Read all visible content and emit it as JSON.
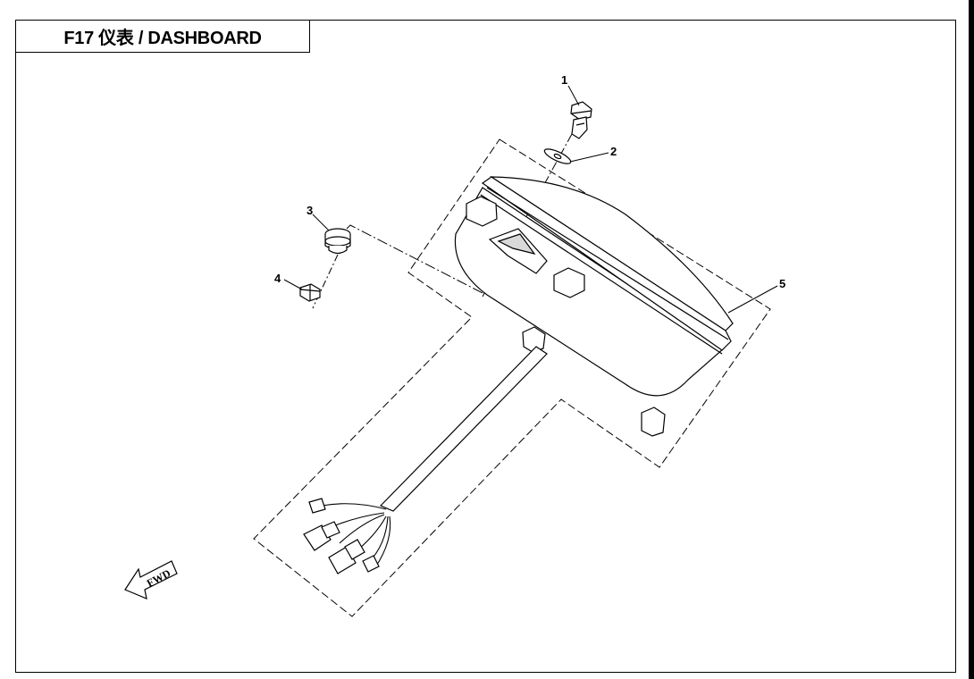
{
  "title": "F17 仪表 / DASHBOARD",
  "callouts": {
    "c1": "1",
    "c2": "2",
    "c3": "3",
    "c4": "4",
    "c5": "5"
  },
  "fwd_label": "FWD",
  "parts": [
    {
      "number": "1",
      "icon": "bolt-icon"
    },
    {
      "number": "2",
      "icon": "washer-icon"
    },
    {
      "number": "3",
      "icon": "rubber-grommet-icon"
    },
    {
      "number": "4",
      "icon": "nut-icon"
    },
    {
      "number": "5",
      "icon": "dashboard-assembly-icon"
    }
  ],
  "colors": {
    "line": "#000000",
    "background": "#ffffff"
  }
}
